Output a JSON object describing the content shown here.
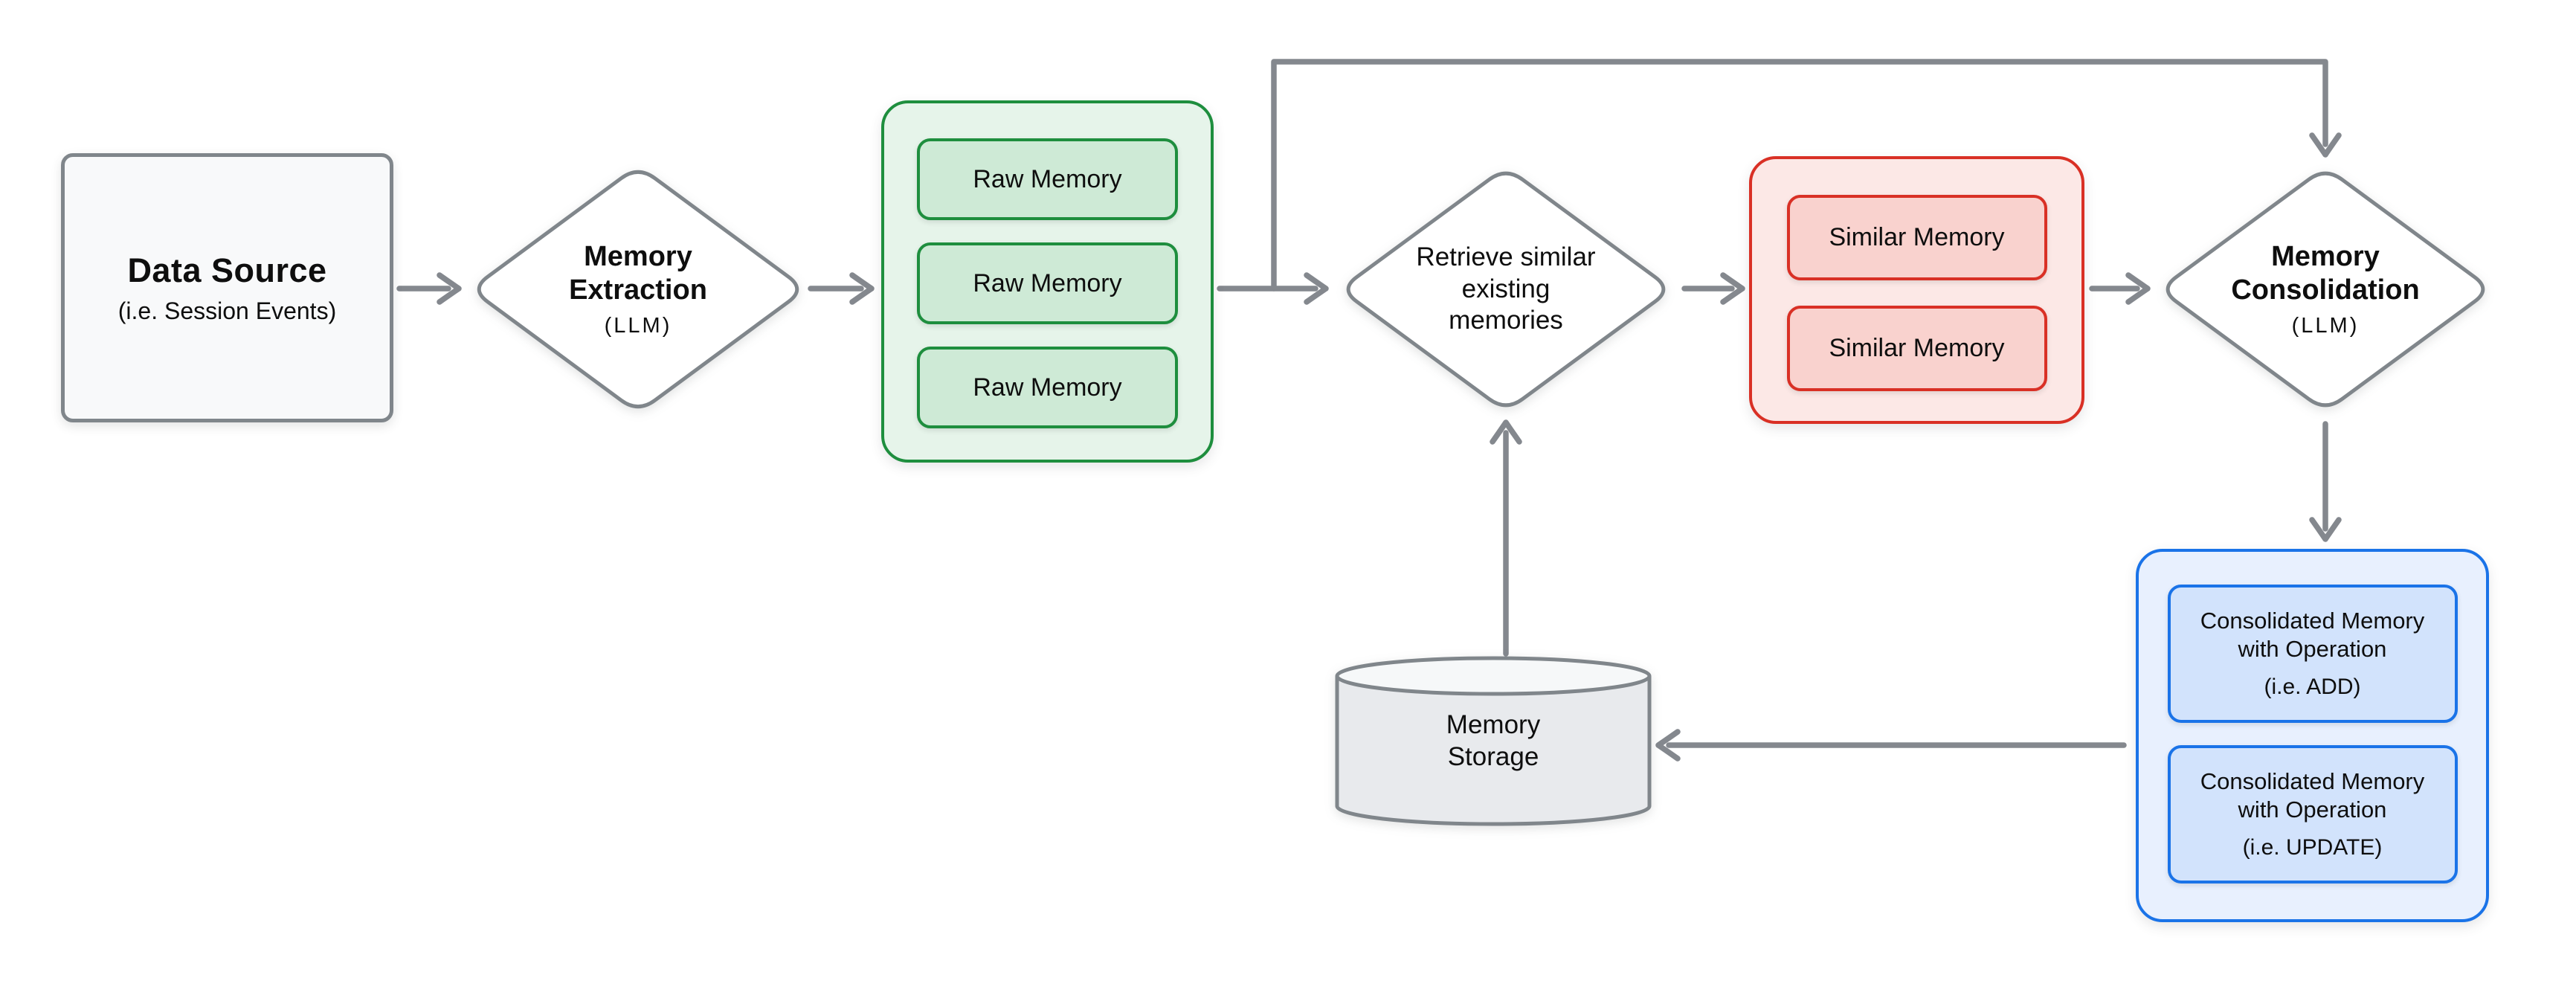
{
  "page": {
    "background": "#FFFFFF"
  },
  "palette": {
    "line_gray": "#84888E",
    "shape_border_gray": "#80868B",
    "neutral_fill": "#F8F9FA",
    "cylinder_fill": "#E8EAED",
    "cylinder_top_fill": "#F6F8F9",
    "green_border": "#1E8E3E",
    "green_container_fill": "#E6F4EA",
    "green_item_fill": "#CEEAD6",
    "red_border": "#D93025",
    "red_container_fill": "#FCE8E6",
    "red_item_fill": "#F9D2CE",
    "blue_border": "#1A73E8",
    "blue_container_fill": "#E8F0FE",
    "blue_item_fill": "#D2E3FC",
    "text": "#0E0E0E"
  },
  "nodes": {
    "data_source": {
      "title": "Data Source",
      "subtitle": "(i.e. Session Events)"
    },
    "memory_extraction": {
      "line1": "Memory",
      "line2": "Extraction",
      "subtitle": "(LLM)"
    },
    "raw_memory_group": {
      "items": [
        {
          "label": "Raw Memory"
        },
        {
          "label": "Raw Memory"
        },
        {
          "label": "Raw Memory"
        }
      ]
    },
    "retrieve_memories": {
      "line1": "Retrieve similar",
      "line2": "existing",
      "line3": "memories"
    },
    "similar_memory_group": {
      "items": [
        {
          "label": "Similar Memory"
        },
        {
          "label": "Similar Memory"
        }
      ]
    },
    "memory_consolidation": {
      "line1": "Memory",
      "line2": "Consolidation",
      "subtitle": "(LLM)"
    },
    "consolidated_group": {
      "items": [
        {
          "line1": "Consolidated Memory",
          "line2": "with Operation",
          "subtitle": "(i.e. ADD)"
        },
        {
          "line1": "Consolidated Memory",
          "line2": "with Operation",
          "subtitle": "(i.e. UPDATE)"
        }
      ]
    },
    "memory_storage": {
      "line1": "Memory",
      "line2": "Storage"
    }
  },
  "edges": [
    {
      "from": "data-source",
      "to": "memory-extraction"
    },
    {
      "from": "memory-extraction",
      "to": "raw-memories"
    },
    {
      "from": "raw-memories",
      "to": "retrieve-similar-existing-memories"
    },
    {
      "from": "raw-memories",
      "to": "memory-consolidation"
    },
    {
      "from": "retrieve-similar-existing-memories",
      "to": "similar-memories"
    },
    {
      "from": "similar-memories",
      "to": "memory-consolidation"
    },
    {
      "from": "memory-consolidation",
      "to": "consolidated-memories"
    },
    {
      "from": "consolidated-memories",
      "to": "memory-storage"
    },
    {
      "from": "memory-storage",
      "to": "retrieve-similar-existing-memories"
    }
  ]
}
